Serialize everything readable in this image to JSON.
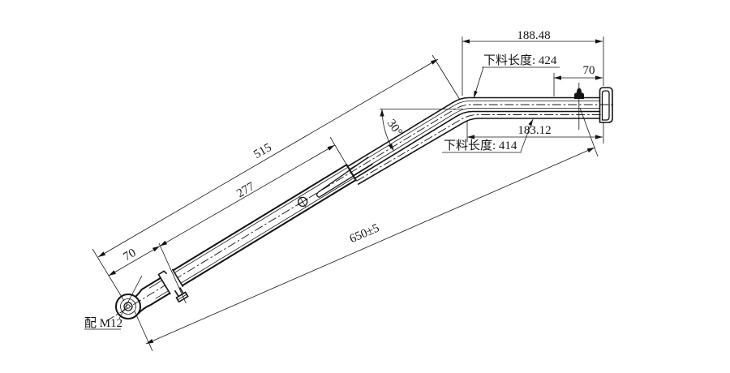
{
  "drawing": {
    "background": "#ffffff",
    "line_color": "#141414",
    "dimensions": {
      "top_span": "188.48",
      "top_right_span": "70",
      "lower_span": "183.12",
      "incline_to_bend": "515",
      "incline_mid": "277",
      "overall_length": "650±5",
      "eye_to_clamp": "70",
      "bend_angle": "30°"
    },
    "labels": {
      "upper_blank_length": "下料长度: 424",
      "lower_blank_length": "下料长度: 414",
      "thread_callout": "配 M12"
    }
  }
}
